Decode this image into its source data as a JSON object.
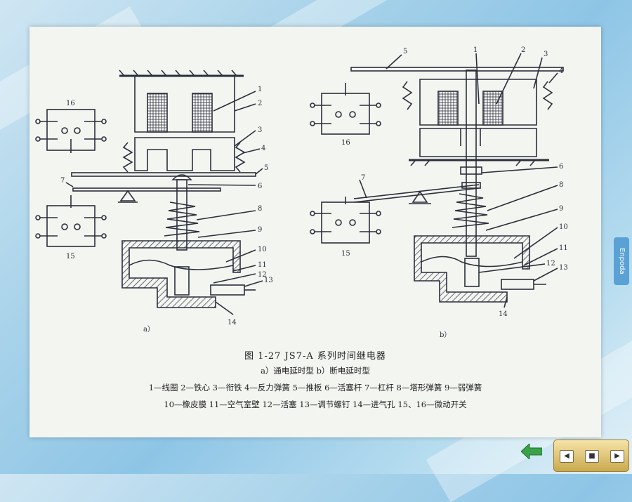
{
  "figure": {
    "label_a": "a）",
    "label_b": "b）",
    "title": "图 1-27   JS7-A 系列时间继电器",
    "subtitle": "a）通电延时型   b）断电延时型",
    "legend_line1": "1—线圈   2—铁心   3—衔铁   4—反力弹簧   5—推板   6—活塞杆   7—杠杆   8—塔形弹簧   9—弱弹簧",
    "legend_line2": "10—橡皮膜   11—空气室壁   12—活塞   13—调节螺钉   14—进气孔   15、16—微动开关"
  },
  "callouts_a": [
    "1",
    "2",
    "3",
    "4",
    "5",
    "6",
    "7",
    "8",
    "9",
    "10",
    "11",
    "12",
    "13",
    "14",
    "15",
    "16"
  ],
  "callouts_b": [
    "1",
    "2",
    "3",
    "4",
    "5",
    "6",
    "7",
    "8",
    "9",
    "10",
    "11",
    "12",
    "13",
    "14",
    "15",
    "16"
  ],
  "side_tab": "Enpoda",
  "nav": {
    "prev": "◀",
    "next": "▶",
    "home": "■"
  },
  "colors": {
    "line": "#2b2f3a",
    "slide_bg": "#f3f5f1",
    "back_arrow": "#3aa34a"
  }
}
